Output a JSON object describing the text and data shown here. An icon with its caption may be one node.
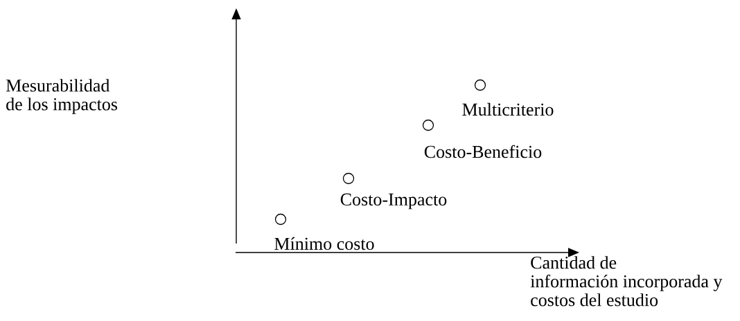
{
  "diagram": {
    "nodes": [
      {
        "text": [],
        "shape": "circle",
        "beside": [
          "Mínimo costo"
        ]
      },
      {
        "text": [],
        "shape": "circle",
        "beside": [
          "Costo-Impacto"
        ]
      },
      {
        "text": [],
        "shape": "circle",
        "beside": [
          "Costo-Beneficio"
        ]
      },
      {
        "text": [],
        "shape": "circle",
        "beside": [
          "Multicriterio"
        ]
      }
    ],
    "edges": [],
    "labels": [
      "Mesurabilidad de los impactos",
      "Cantidad de información incorporada y costos del estudio"
    ]
  }
}
